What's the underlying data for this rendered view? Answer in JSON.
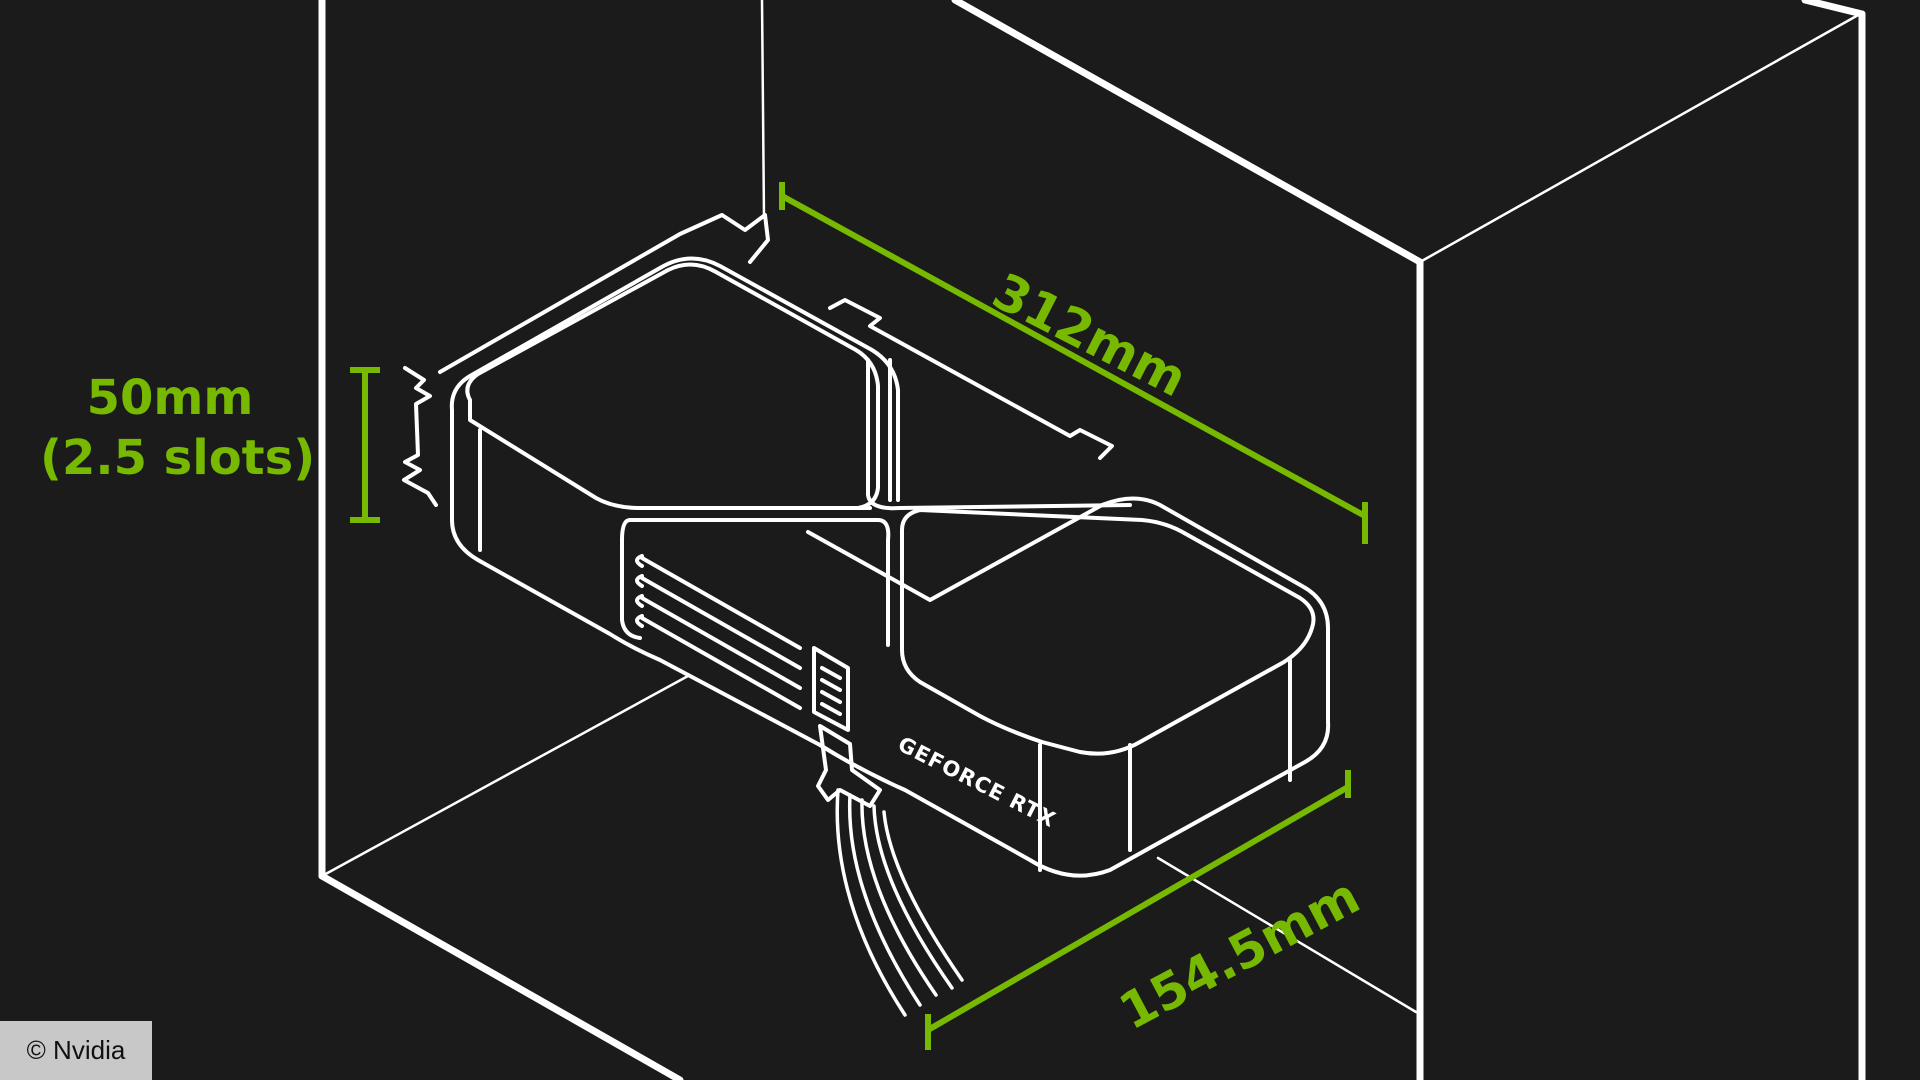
{
  "dimensions": {
    "height_line1": "50mm",
    "height_line2": "(2.5 slots)",
    "length": "312mm",
    "width": "154.5mm"
  },
  "card": {
    "brand": "GEFORCE RTX"
  },
  "credit": "© Nvidia",
  "colors": {
    "background": "#1b1b1b",
    "accent": "#76b900",
    "outline": "#ffffff"
  }
}
